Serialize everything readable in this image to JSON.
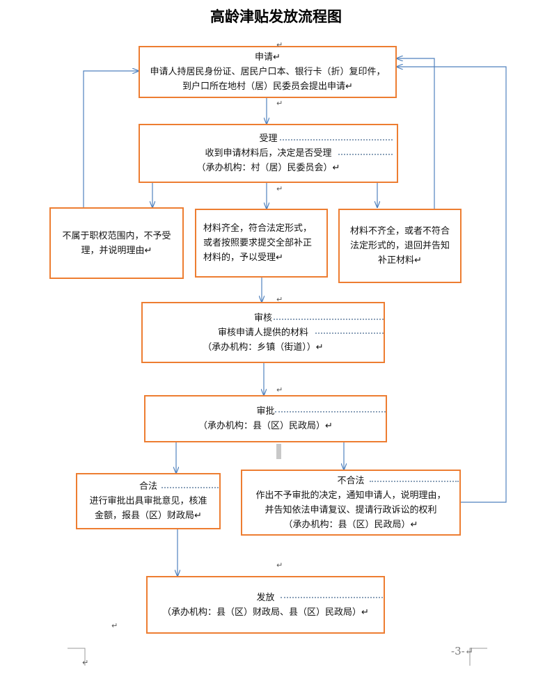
{
  "title": "高龄津贴发放流程图",
  "apply": {
    "heading": "申请↵",
    "line1": "申请人持居民身份证、居民户口本、银行卡（折）复印件，",
    "line2": "到户口所在地村（居）民委员会提出申请↵"
  },
  "accept": {
    "heading": "受理",
    "line1": "收到申请材料后，决定是否受理",
    "line2": "（承办机构：村（居）民委员会）↵"
  },
  "outcome_reject": {
    "line1": "不属于职权范围内，不予受",
    "line2": "理，并说明理由↵"
  },
  "outcome_accept": {
    "line1": "材料齐全，符合法定形式，",
    "line2": "或者按照要求提交全部补正",
    "line3": "材料的，予以受理↵"
  },
  "outcome_return": {
    "line1": "材料不齐全，或者不符合",
    "line2": "法定形式的，退回并告知",
    "line3": "补正材料↵"
  },
  "review": {
    "heading": "审核",
    "line1": "审核申请人提供的材料",
    "line2": "（承办机构：乡镇（街道））↵"
  },
  "approve": {
    "heading": "审批",
    "line1": "（承办机构：县（区）民政局）↵"
  },
  "legal": {
    "heading": "合法",
    "line1": "进行审批出具审批意见，核准",
    "line2": "金额，报县（区）财政局↵"
  },
  "illegal": {
    "heading": "不合法",
    "line1": "作出不予审批的决定，通知申请人，说明理由，",
    "line2": "并告知依法申请复议、提请行政诉讼的权利",
    "line3": "（承办机构：县（区）民政局）↵"
  },
  "issue": {
    "heading": "发放",
    "line1": "（承办机构：县（区）财政局、县（区）民政局）↵"
  },
  "page_number": "-3-↵",
  "colors": {
    "box_border": "#ED7D31",
    "arrow": "#4F81BD"
  }
}
